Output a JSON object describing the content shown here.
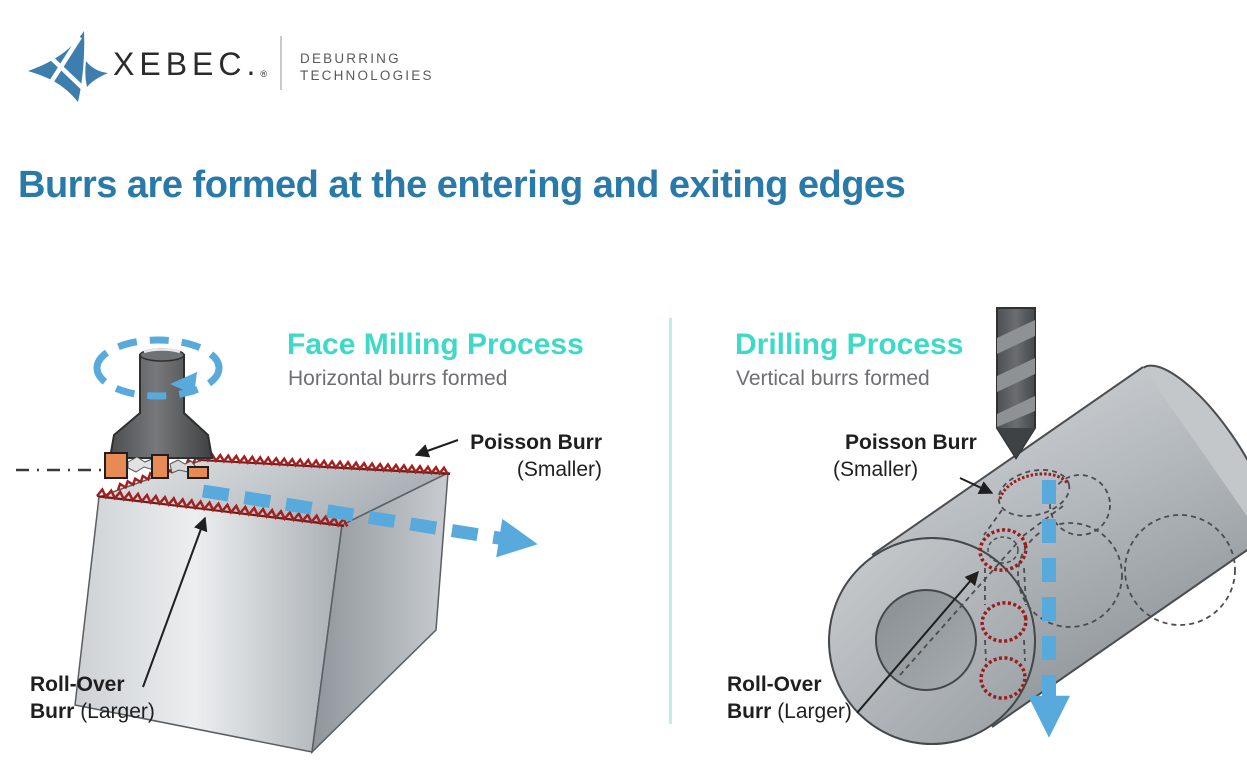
{
  "logo": {
    "brand": "XEBEC",
    "brand_suffix": ".",
    "registered": "®",
    "tagline_line1": "DEBURRING",
    "tagline_line2": "TECHNOLOGIES"
  },
  "heading": "Burrs are formed at the entering and exiting edges",
  "panels": {
    "face_milling": {
      "title": "Face Milling Process",
      "subtitle": "Horizontal burrs formed",
      "labels": {
        "poisson_name": "Poisson Burr",
        "poisson_size": "(Smaller)",
        "rollover_line1": "Roll-Over",
        "rollover_name": "Burr",
        "rollover_size": "(Larger)"
      }
    },
    "drilling": {
      "title": "Drilling Process",
      "subtitle": "Vertical burrs formed",
      "labels": {
        "poisson_name": "Poisson Burr",
        "poisson_size": "(Smaller)",
        "rollover_line1": "Roll-Over",
        "rollover_name": "Burr",
        "rollover_size": "(Larger)"
      }
    }
  },
  "colors": {
    "heading_blue": "#2a7aa9",
    "process_teal": "#3ed9c7",
    "subtitle_gray": "#6e6f72",
    "label_dark": "#1f1f1f",
    "feed_arrow_blue": "#57aadb",
    "burr_red": "#9b1c1c",
    "logo_blue": "#3d7eae",
    "metal_gray": "#b9bec2",
    "insert_orange": "#e78a55",
    "divider_teal": "#bfeee6"
  }
}
